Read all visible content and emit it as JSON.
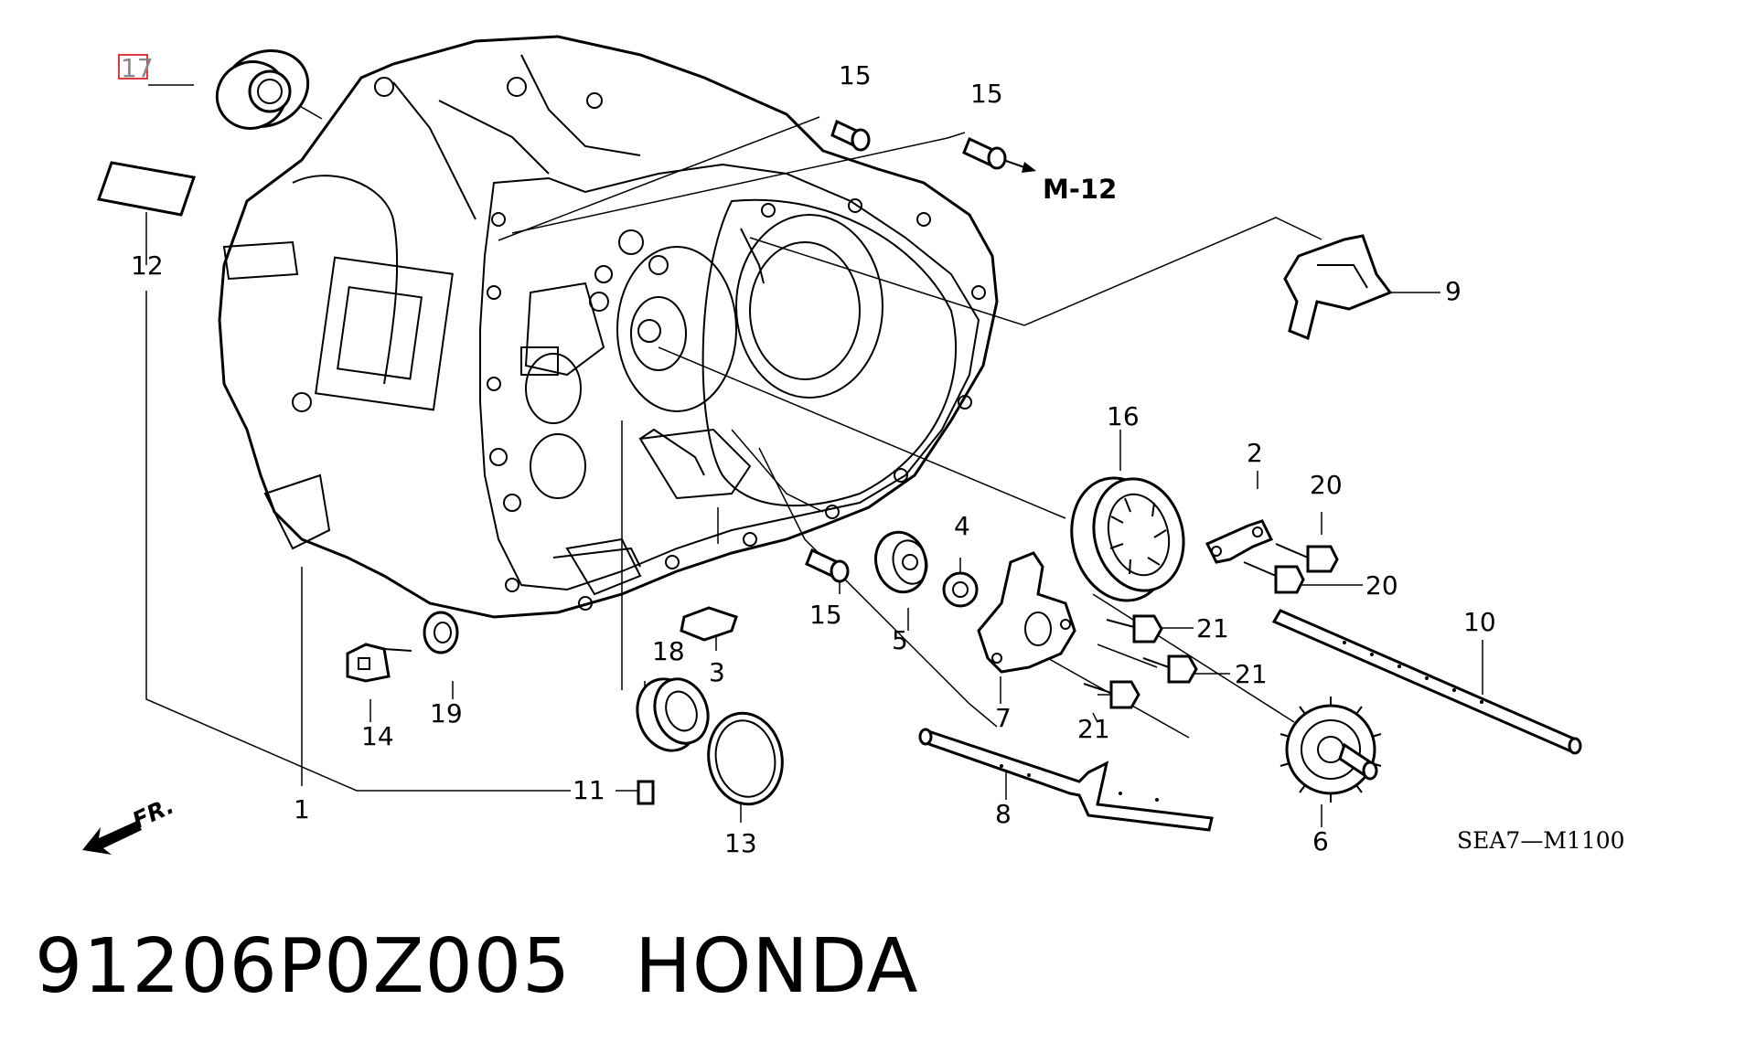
{
  "diagram": {
    "callouts": {
      "c1": "1",
      "c2": "2",
      "c3": "3",
      "c4": "4",
      "c5": "5",
      "c6": "6",
      "c7": "7",
      "c8": "8",
      "c9": "9",
      "c10": "10",
      "c11": "11",
      "c12": "12",
      "c13": "13",
      "c14": "14",
      "c15a": "15",
      "c15b": "15",
      "c15c": "15",
      "c16": "16",
      "c17": "17",
      "c18": "18",
      "c19": "19",
      "c20a": "20",
      "c20b": "20",
      "c21a": "21",
      "c21b": "21",
      "c21c": "21"
    },
    "reference": "M-12",
    "front_marker": "FR.",
    "drawing_code": "SEA7—M1100",
    "highlight_color": "#d9262c"
  },
  "caption": {
    "part_number": "91206P0Z005",
    "brand": "HONDA"
  }
}
